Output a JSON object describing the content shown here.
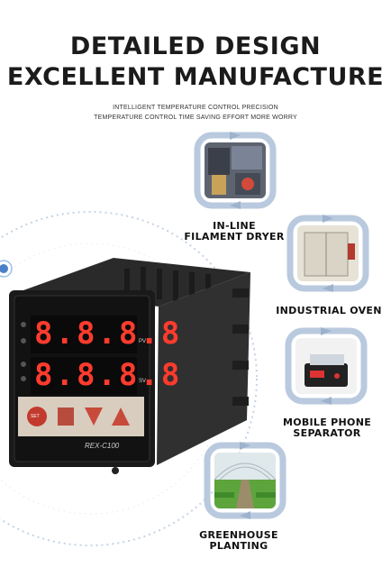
{
  "header": {
    "title_line1": "DETAILED DESIGN",
    "title_line2": "EXCELLENT MANUFACTURE",
    "subtitle_line1": "INTELLIGENT TEMPERATURE CONTROL PRECISION",
    "subtitle_line2": "TEMPERATURE CONTROL TIME SAVING EFFORT MORE WORRY"
  },
  "applications": [
    {
      "label_line1": "IN-LINE",
      "label_line2": "FILAMENT DRYER"
    },
    {
      "label_line1": "INDUSTRIAL OVEN",
      "label_line2": ""
    },
    {
      "label_line1": "MOBILE PHONE",
      "label_line2": "SEPARATOR"
    },
    {
      "label_line1": "GREENHOUSE",
      "label_line2": "PLANTING"
    }
  ],
  "controller": {
    "pv_digits": "8.8.8.8",
    "sv_digits": "8.8.8.8",
    "pv_label": "PV",
    "sv_label": "SV",
    "model": "REX-C100",
    "logo": "SET"
  },
  "colors": {
    "ring": "#b9c9de",
    "arrow": "#9db2cc",
    "display_red": "#ff3b2e",
    "title": "#1b1b1b"
  }
}
